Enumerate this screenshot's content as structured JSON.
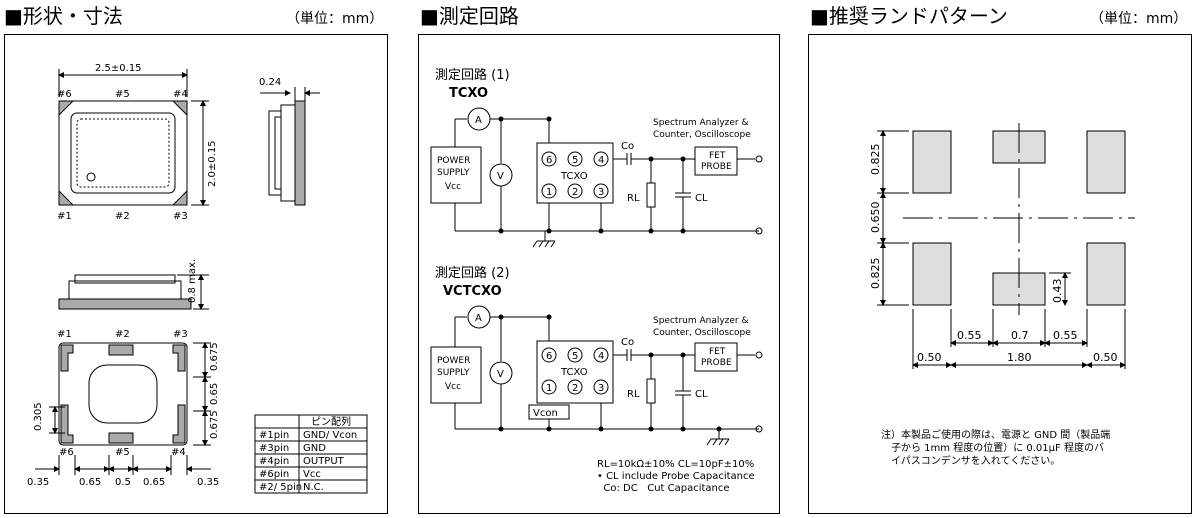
{
  "shape": {
    "title": "■形状・寸法",
    "unit": "（単位：mm）",
    "dims": {
      "width": "2.5±0.15",
      "height": "2.0±0.15",
      "side": "0.24",
      "thickness": "0.8 max.",
      "p1": "0.675",
      "p2": "0.65",
      "p3": "0.675",
      "left_h": "0.305",
      "b1": "0.35",
      "b2": "0.65",
      "b3": "0.5",
      "b4": "0.65",
      "b5": "0.35"
    },
    "pins_top": [
      "#6",
      "#5",
      "#4"
    ],
    "pins_bottom": [
      "#1",
      "#2",
      "#3"
    ],
    "pins_btm_top": [
      "#1",
      "#2",
      "#3"
    ],
    "pins_btm_bottom": [
      "#6",
      "#5",
      "#4"
    ],
    "pin_table": {
      "header": "ピン配列",
      "rows": [
        [
          "#1pin",
          "GND/ Vcon"
        ],
        [
          "#3pin",
          "GND"
        ],
        [
          "#4pin",
          "OUTPUT"
        ],
        [
          "#6pin",
          "Vcc"
        ],
        [
          "#2/ 5pin",
          "N.C."
        ]
      ]
    }
  },
  "circuit": {
    "title": "■測定回路",
    "c1": {
      "title": "測定回路 (1)",
      "subtitle": "TCXO",
      "power1": "POWER",
      "power2": "SUPPLY",
      "power3": "Vcc",
      "meter_a": "A",
      "meter_v": "V",
      "chip": "TCXO",
      "pins": [
        "6",
        "5",
        "4",
        "1",
        "2",
        "3"
      ],
      "co": "Co",
      "rl": "RL",
      "cl": "CL",
      "sa1": "Spectrum Analyzer &",
      "sa2": "Counter, Oscilloscope",
      "fet1": "FET",
      "fet2": "PROBE"
    },
    "c2": {
      "title": "測定回路 (2)",
      "subtitle": "VCTCXO",
      "power1": "POWER",
      "power2": "SUPPLY",
      "power3": "Vcc",
      "meter_a": "A",
      "meter_v": "V",
      "chip": "TCXO",
      "pins": [
        "6",
        "5",
        "4",
        "1",
        "2",
        "3"
      ],
      "vcon": "Vcon",
      "co": "Co",
      "rl": "RL",
      "cl": "CL",
      "sa1": "Spectrum Analyzer &",
      "sa2": "Counter, Oscilloscope",
      "fet1": "FET",
      "fet2": "PROBE"
    },
    "notes": [
      "RL=10kΩ±10%  CL=10pF±10%",
      "• CL include Probe Capacitance",
      "  Co: DC   Cut Capacitance"
    ]
  },
  "land": {
    "title": "■推奨ランドパターン",
    "unit": "（単位：mm）",
    "dims": {
      "top_h": "0.825",
      "mid_h": "0.650",
      "bot_h": "0.825",
      "d043": "0.43",
      "w055a": "0.55",
      "w07": "0.7",
      "w055b": "0.55",
      "w050a": "0.50",
      "w180": "1.80",
      "w050b": "0.50"
    },
    "note": [
      "注）本製品ご使用の際は、電源と GND 間（製品端",
      "　子から 1mm 程度の位置）に 0.01μF 程度のバ",
      "　イパスコンデンサを入れてください。"
    ]
  }
}
